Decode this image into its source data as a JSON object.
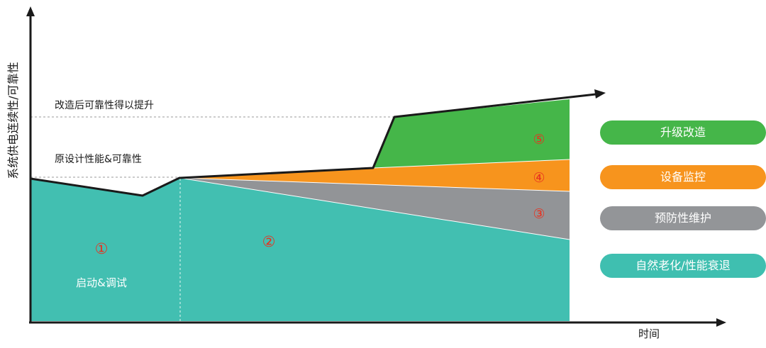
{
  "axes": {
    "y_label": "系统供电连续性/可靠性",
    "x_label": "时间"
  },
  "reference_lines": {
    "improved": "改造后可靠性得以提升",
    "original": "原设计性能&可靠性"
  },
  "phases": {
    "p1_marker": "①",
    "p1_label": "启动&调试",
    "p2_marker": "②",
    "p3_marker": "③",
    "p4_marker": "④",
    "p5_marker": "⑤"
  },
  "legend": [
    {
      "label": "升级改造",
      "color": "#45b649"
    },
    {
      "label": "设备监控",
      "color": "#f7941d"
    },
    {
      "label": "预防性维护",
      "color": "#939598"
    },
    {
      "label": "自然老化/性能衰退",
      "color": "#3fbfb0"
    }
  ],
  "colors": {
    "teal": "#42bfb1",
    "gray": "#929497",
    "orange": "#f7941d",
    "green": "#45b649",
    "marker_red": "#e8311f",
    "axis": "#1a1a1a"
  }
}
